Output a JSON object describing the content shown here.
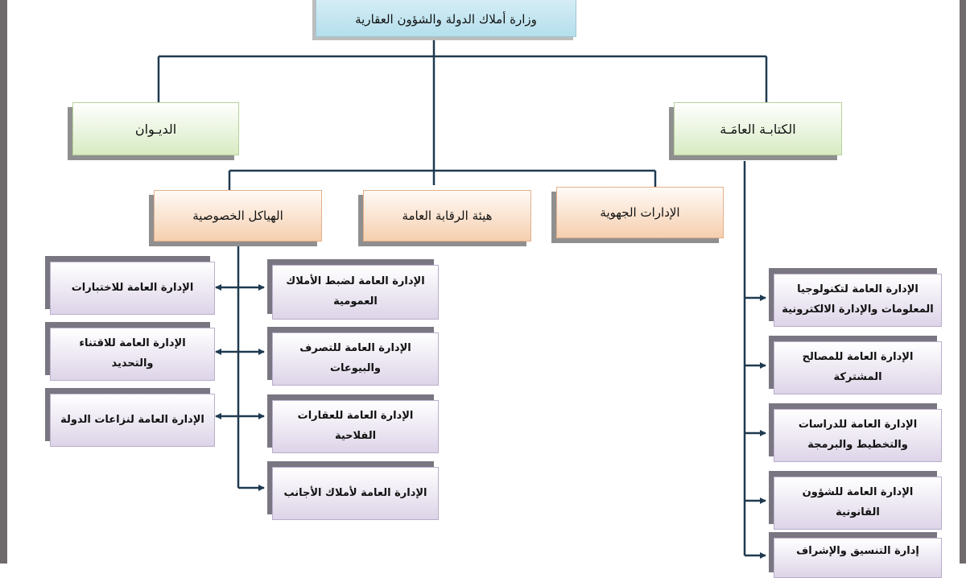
{
  "chart": {
    "root": "وزارة أملاك الدولة والشؤون العقارية",
    "level1": {
      "left": "الديـوان",
      "right": "الكتابـة العامَـة"
    },
    "level2": {
      "specific_structures": "الهياكل الخصوصية",
      "general_oversight": "هيئة الرقابة العامة",
      "regional": "الإدارات الجهوية"
    },
    "specific_left": [
      "الإدارة العامة للاختبارات",
      "الإدارة العامة للاقتناء والتحديد",
      "الإدارة العامة لنزاعات الدولة"
    ],
    "specific_center": [
      "الإدارة العامة لضبط الأملاك العمومية",
      "الإدارة العامة للتصرف والبيوعات",
      "الإدارة العامة للعقارات الفلاحية",
      "الإدارة العامة لأملاك الأجانب"
    ],
    "general_secretariat": [
      "الإدارة العامة لتكنولوجيا المعلومات والإدارة الالكترونية",
      "الإدارة العامة للمصالح المشتركة",
      "الإدارة العامة للدراسات والتخطيط والبرمجة",
      "الإدارة العامة للشؤون القانونية",
      "إدارة التنسيق والإشراف"
    ]
  },
  "colors": {
    "connector": "#1f3a50",
    "top_fill": "#c7e8f2",
    "level1_fill": "#d8ebc3",
    "level2_fill": "#f6cfaf",
    "unit_fill": "#ddd4e8"
  }
}
